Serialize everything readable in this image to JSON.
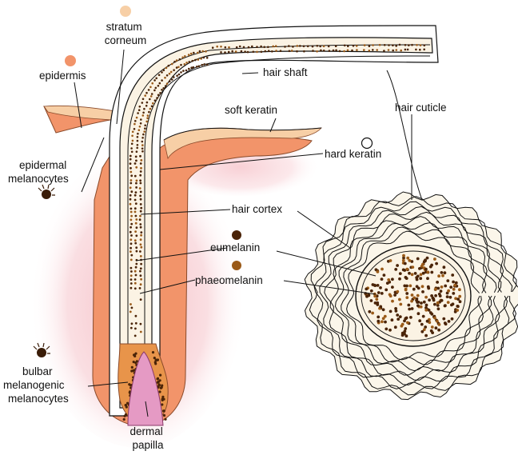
{
  "labels": {
    "stratum_corneum": [
      "stratum",
      "corneum"
    ],
    "epidermis": "epidermis",
    "hair_shaft": "hair shaft",
    "soft_keratin": "soft keratin",
    "hair_cuticle": "hair cuticle",
    "hard_keratin": "hard keratin",
    "epidermal_melanocytes": [
      "epidermal",
      "melanocytes"
    ],
    "hair_cortex": "hair cortex",
    "eumelanin": "eumelanin",
    "phaeomelanin": "phaeomelanin",
    "bulbar_melanogenic_melanocytes": [
      "bulbar",
      "melanogenic",
      "melanocytes"
    ],
    "dermal_papilla": [
      "dermal",
      "papilla"
    ]
  },
  "colors": {
    "stratum_corneum": "#f7cfa6",
    "epidermis": "#f2946a",
    "dermis_glow": "#f7c9cf",
    "hard_keratin": "#ffffff",
    "eumelanin": "#4a2408",
    "phaeomelanin": "#9a5a18",
    "dermal_papilla": "#e59ac4",
    "bulb": "#e8944a",
    "shaft_fill": "#fbf3e4",
    "ink": "#111111"
  },
  "icons": [
    "stratum-corneum-swatch",
    "epidermis-swatch",
    "hard-keratin-swatch",
    "eumelanin-swatch",
    "phaeomelanin-swatch",
    "epidermal-melanocyte-icon",
    "bulbar-melanocyte-icon"
  ]
}
